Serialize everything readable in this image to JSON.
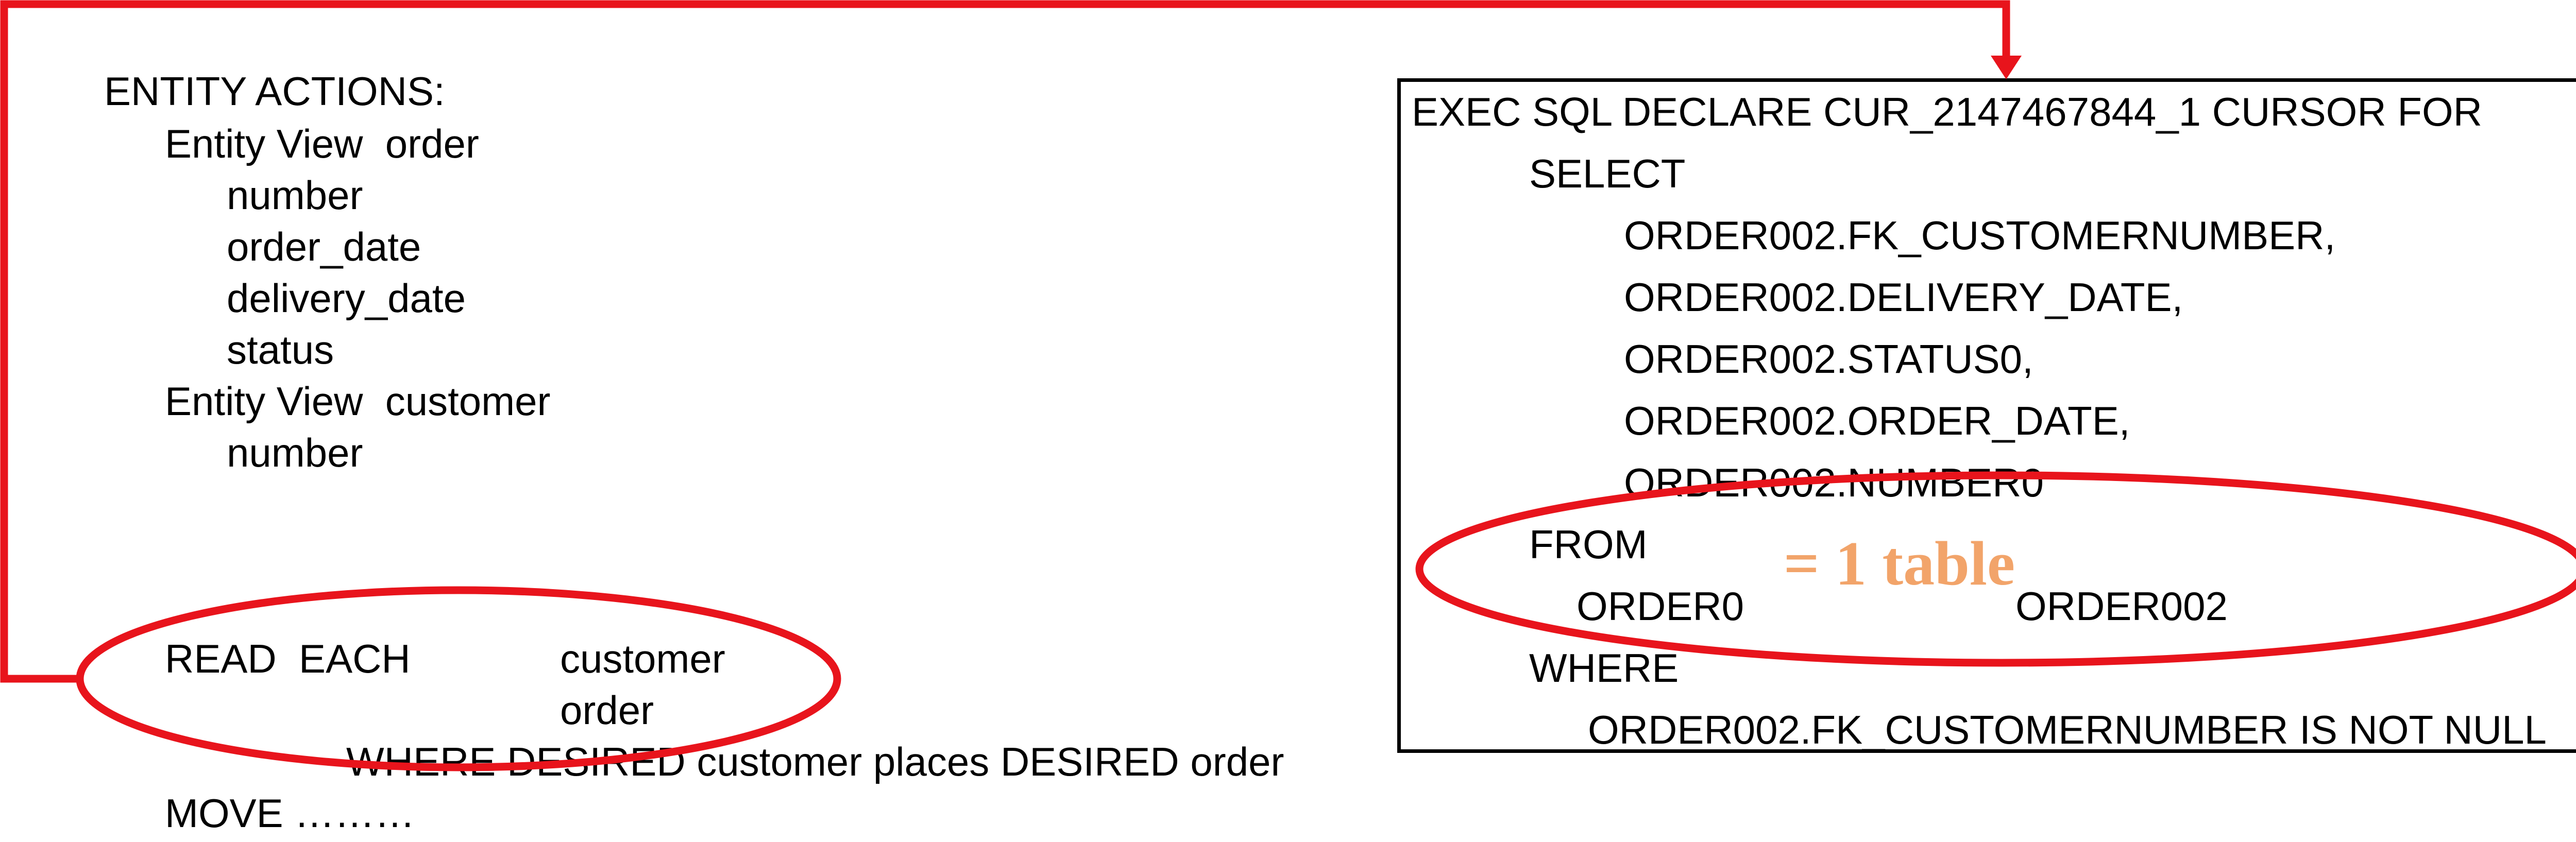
{
  "colors": {
    "connector": "#e8141c",
    "highlight_ellipse": "#e8141c",
    "callout_text": "#f2a46a",
    "text": "#000000",
    "box_border": "#000000"
  },
  "left_panel": {
    "heading": "ENTITY ACTIONS:",
    "entity_views": [
      {
        "title": "Entity View  order",
        "attributes": [
          "number",
          "order_date",
          "delivery_date",
          "status"
        ]
      },
      {
        "title": "Entity View  customer",
        "attributes": [
          "number"
        ]
      }
    ],
    "read_each": {
      "keyword": "READ  EACH",
      "entities": [
        "customer",
        "order"
      ],
      "where_clause": "WHERE DESIRED customer places DESIRED order"
    },
    "move_statement": "MOVE ………"
  },
  "right_panel": {
    "lines": [
      "EXEC SQL DECLARE CUR_2147467844_1 CURSOR FOR",
      "SELECT",
      "ORDER002.FK_CUSTOMERNUMBER,",
      "ORDER002.DELIVERY_DATE,",
      "ORDER002.STATUS0,",
      "ORDER002.ORDER_DATE,",
      "ORDER002.NUMBER0",
      "FROM",
      "ORDER0",
      "ORDER002",
      "WHERE",
      "ORDER002.FK_CUSTOMERNUMBER IS NOT NULL"
    ]
  },
  "callout": {
    "text": "= 1 table"
  }
}
